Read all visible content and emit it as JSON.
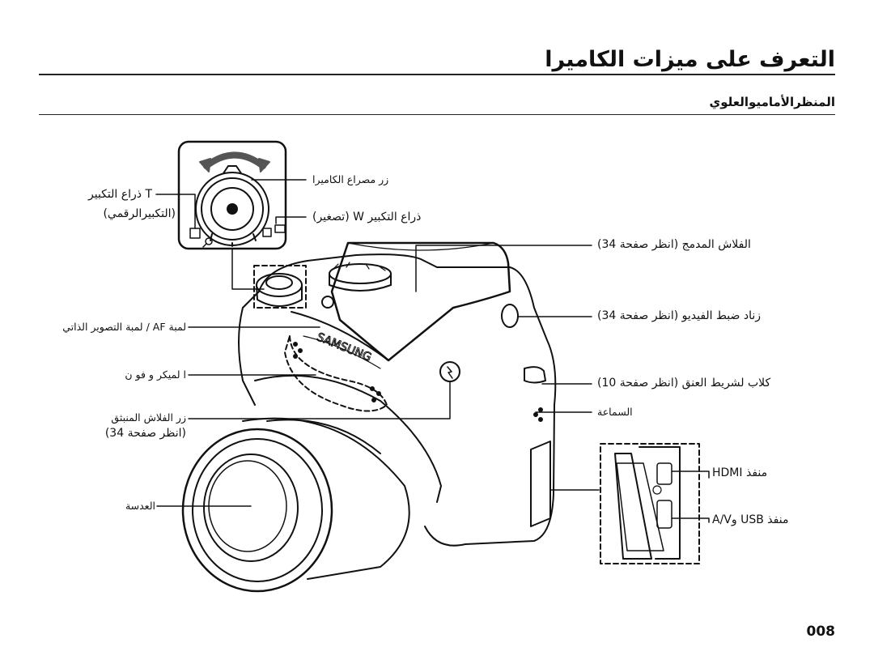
{
  "page": {
    "title": "التعرف على ميزات الكاميرا",
    "subtitle": "المنظرالأماميوالعلوي",
    "page_number": "008"
  },
  "zoom_detail": {
    "zoom_t_label": "T ذراع التكبير",
    "zoom_t_sub": "(التكبيرالرقمي)",
    "shutter_label": "زر مصراع الكاميرا",
    "zoom_w_label": "ذراع التكبير W (تصغير)"
  },
  "callouts": {
    "flash": "الفلاش المدمج (انظر صفحة 34)",
    "video_button": "زناد ضبط الفيديو (انظر صفحة 34)",
    "af_lamp": "لمبة AF / لمبة التصوير الذاتي",
    "strap_eyelet": "كلاب لشريط العنق (انظر صفحة 10)",
    "microphone": "ا لميكر و فو ن",
    "speaker": "السماعة",
    "flash_button": "زر الفلاش المنبثق",
    "flash_button_sub": "(انظر صفحة 34)",
    "lens": "العدسة",
    "hdmi_port": "منفذ HDMI",
    "usb_port": "منفذ USB وA/V"
  },
  "icons": [
    "zoom-arrows-icon",
    "digital-zoom-icon",
    "magnifier-icon",
    "thumbnail-icon",
    "flash-bolt-icon"
  ]
}
